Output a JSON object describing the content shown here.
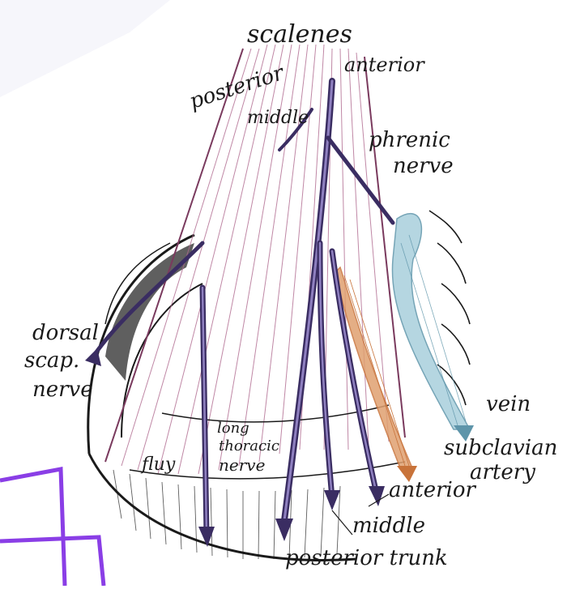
{
  "labels": {
    "scalenes": "scalenes",
    "anterior_top": "anterior",
    "posterior_top": "posterior",
    "middle_top": "middle",
    "phrenic_line1": "phrenic",
    "phrenic_line2": "nerve",
    "dorsal_line1": "dorsal",
    "dorsal_line2": "scap.",
    "dorsal_line3": "nerve",
    "long_line1": "long",
    "long_line2": "thoracic",
    "long_line3": "nerve",
    "fluy": "fluy",
    "vein": "vein",
    "subclavian_line1": "subclavian",
    "subclavian_line2": "artery",
    "anterior_bottom": "anterior",
    "middle_bottom": "middle",
    "posterior_trunk": "posterior trunk"
  },
  "colors": {
    "ink": "#1a1a1a",
    "muscle": "#b06a8f",
    "nerve": "#4b3a78",
    "artery": "#8fb8c9",
    "vein_orange": "#c8733a",
    "frame": "#8a3ee6"
  }
}
